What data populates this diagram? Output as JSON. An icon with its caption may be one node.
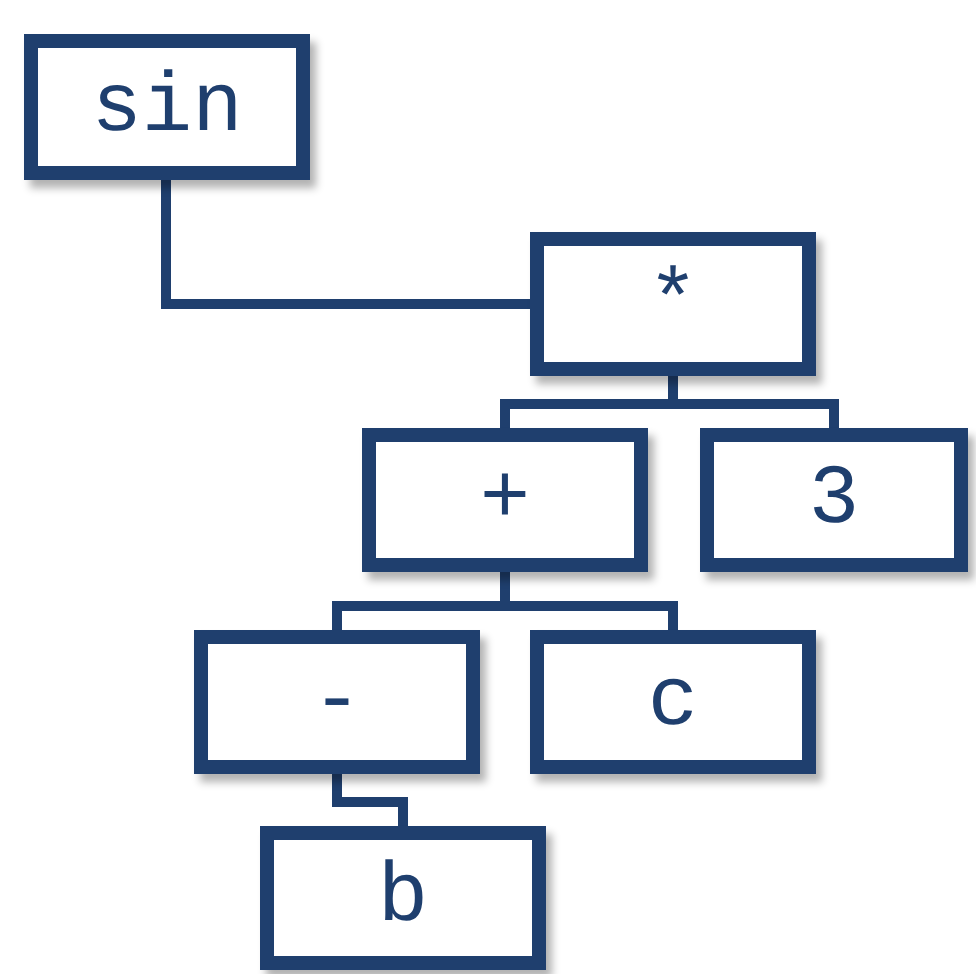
{
  "diagram": {
    "nodes": [
      {
        "text": [
          "sin"
        ]
      },
      {
        "text": [
          "*"
        ]
      },
      {
        "text": [
          "+"
        ]
      },
      {
        "text": [
          "3"
        ]
      },
      {
        "text": [
          "-"
        ]
      },
      {
        "text": [
          "c"
        ]
      },
      {
        "text": [
          "b"
        ]
      }
    ],
    "edges": [
      {
        "from": 0,
        "to": 1,
        "arrow": "none"
      },
      {
        "from": 1,
        "to": 2,
        "arrow": "none"
      },
      {
        "from": 1,
        "to": 3,
        "arrow": "none"
      },
      {
        "from": 2,
        "to": 4,
        "arrow": "none"
      },
      {
        "from": 2,
        "to": 5,
        "arrow": "none"
      },
      {
        "from": 4,
        "to": 6,
        "arrow": "none"
      }
    ]
  }
}
